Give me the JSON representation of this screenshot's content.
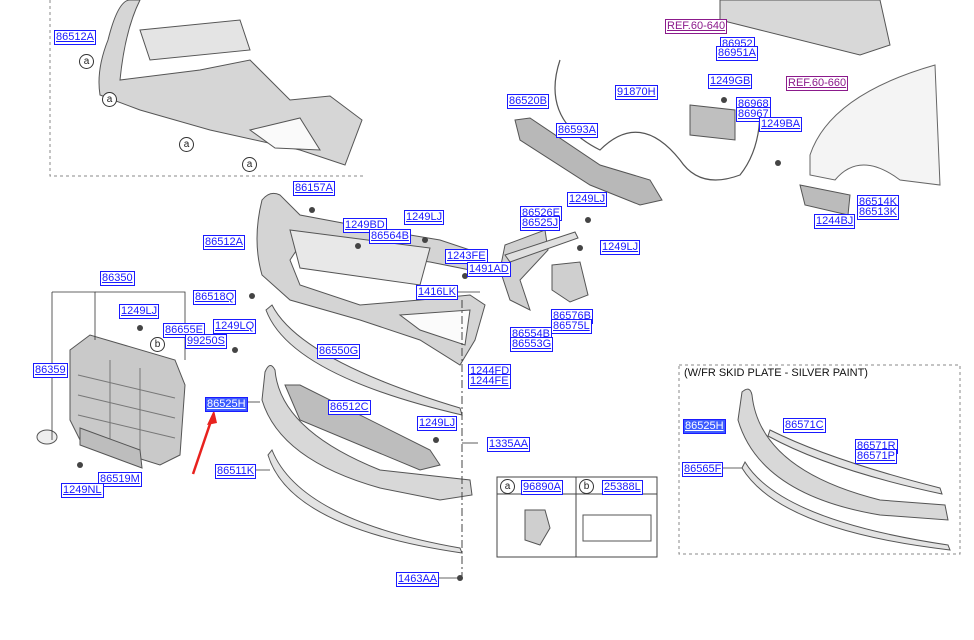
{
  "parts": {
    "p86512A_top": "86512A",
    "p86157A": "86157A",
    "p86512A": "86512A",
    "p1249BD": "1249BD",
    "p86564B": "86564B",
    "p1249LJ_a": "1249LJ",
    "p1243FE": "1243FE",
    "p1491AD": "1491AD",
    "p86526E": "86526E",
    "p86525J": "86525J",
    "p1249LJ_b": "1249LJ",
    "p1249LJ_c": "1249LJ",
    "p86350": "86350",
    "p1249LJ_d": "1249LJ",
    "p86655E": "86655E",
    "p1249LQ": "1249LQ",
    "p99250S": "99250S",
    "p86518Q": "86518Q",
    "p1416LK": "1416LK",
    "p86576B": "86576B",
    "p86575L": "86575L",
    "p86554B": "86554B",
    "p86553G": "86553G",
    "p86359": "86359",
    "p86550G": "86550G",
    "p1244FD": "1244FD",
    "p1244FE": "1244FE",
    "p86525H": "86525H",
    "p86512C": "86512C",
    "p1249LJ_e": "1249LJ",
    "p1335AA": "1335AA",
    "p86519M": "86519M",
    "p86511K": "86511K",
    "p1249NL": "1249NL",
    "p1463AA": "1463AA",
    "p96890A": "96890A",
    "p25388L": "25388L",
    "p86520B": "86520B",
    "p91870H": "91870H",
    "p86593A": "86593A",
    "pREF60640": "REF.60-640",
    "p86952": "86952",
    "p86951A": "86951A",
    "p1249GB": "1249GB",
    "p86968": "86968",
    "p86967": "86967",
    "p1249BA": "1249BA",
    "pREF60660": "REF.60-660",
    "p86514K": "86514K",
    "p86513K": "86513K",
    "p1244BJ": "1244BJ",
    "s86525H": "86525H",
    "s86571C": "86571C",
    "s86571R": "86571R",
    "s86571P": "86571P",
    "s86565F": "86565F"
  },
  "callouts": {
    "a": "a",
    "b": "b"
  },
  "skid_plate_title": "(W/FR SKID PLATE - SILVER PAINT)",
  "colors": {
    "label": "#1a1aff",
    "highlight": "#3d5dff",
    "ref": "#8b1a8b",
    "arrow": "#e8221e",
    "part_fill": "#cfcfcf",
    "part_stroke": "#555555"
  }
}
